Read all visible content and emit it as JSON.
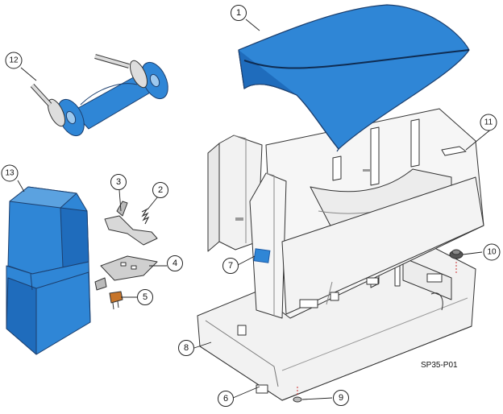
{
  "diagram": {
    "drawing_code": "SP35-P01",
    "callouts": [
      {
        "id": "callout-1",
        "label": "1"
      },
      {
        "id": "callout-2",
        "label": "2"
      },
      {
        "id": "callout-3",
        "label": "3"
      },
      {
        "id": "callout-4",
        "label": "4"
      },
      {
        "id": "callout-5",
        "label": "5"
      },
      {
        "id": "callout-6",
        "label": "6"
      },
      {
        "id": "callout-7",
        "label": "7"
      },
      {
        "id": "callout-8",
        "label": "8"
      },
      {
        "id": "callout-9",
        "label": "9"
      },
      {
        "id": "callout-10",
        "label": "10"
      },
      {
        "id": "callout-11",
        "label": "11"
      },
      {
        "id": "callout-12",
        "label": "12"
      },
      {
        "id": "callout-13",
        "label": "13"
      }
    ]
  },
  "colors": {
    "highlight_blue": "#2f86d6",
    "highlight_dark": "#1c5aa6",
    "line": "#333333",
    "housing": "#f4f4f4",
    "housing_shade": "#e4e4e4",
    "spring_orange": "#c7752a"
  }
}
